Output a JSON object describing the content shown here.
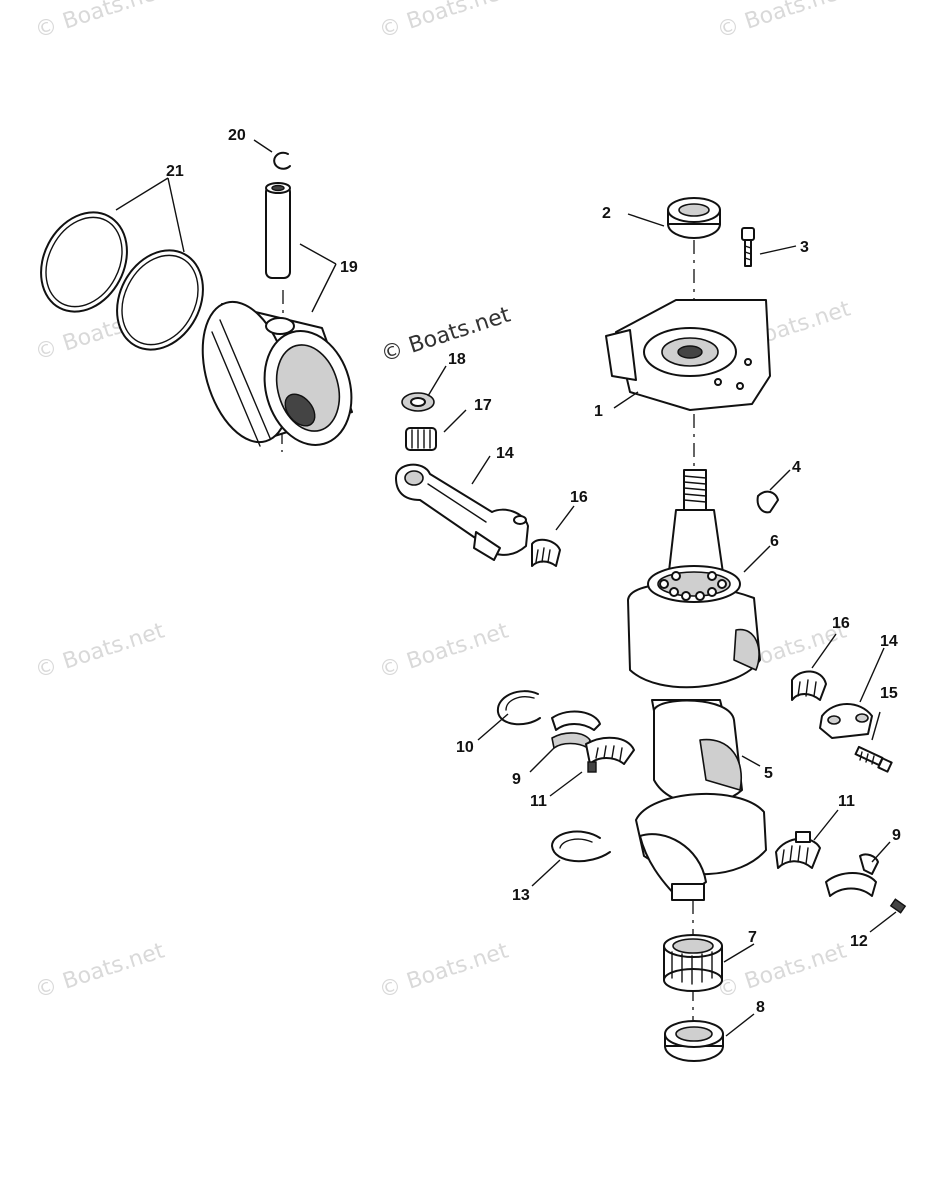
{
  "watermark": {
    "text": "© Boats.net"
  },
  "callouts": {
    "c1": "1",
    "c2": "2",
    "c3": "3",
    "c4": "4",
    "c5": "5",
    "c6": "6",
    "c7": "7",
    "c8": "8",
    "c9a": "9",
    "c9b": "9",
    "c10": "10",
    "c11a": "11",
    "c11b": "11",
    "c12": "12",
    "c13": "13",
    "c14a": "14",
    "c14b": "14",
    "c15": "15",
    "c16a": "16",
    "c16b": "16",
    "c17": "17",
    "c18": "18",
    "c19": "19",
    "c20": "20",
    "c21": "21"
  }
}
